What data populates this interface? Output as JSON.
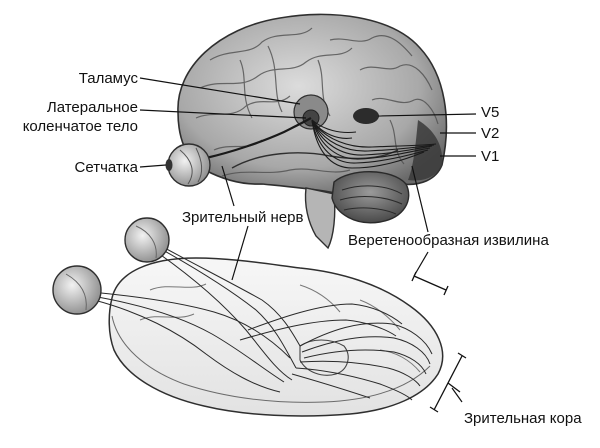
{
  "figure": {
    "labels": {
      "thalamus": "Таламус",
      "lgn_line1": "Латеральное",
      "lgn_line2": "коленчатое тело",
      "retina": "Сетчатка",
      "optic_nerve": "Зрительный нерв",
      "v5": "V5",
      "v2": "V2",
      "v1": "V1",
      "fusiform_gyrus": "Веретенообразная извилина",
      "visual_cortex": "Зрительная кора"
    }
  }
}
